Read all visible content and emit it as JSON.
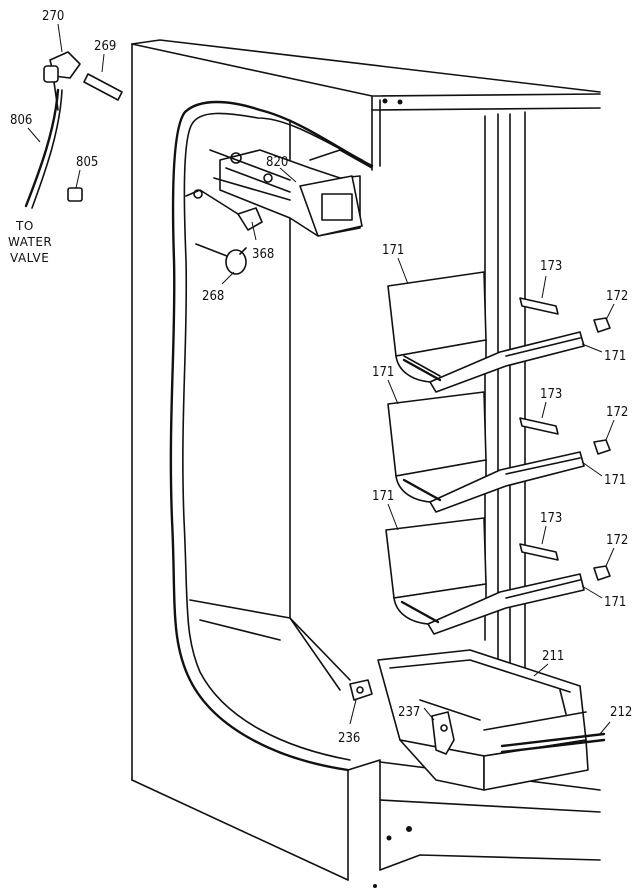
{
  "labels": {
    "p270": "270",
    "p269": "269",
    "p806": "806",
    "p805": "805",
    "note_to": "TO",
    "note_water": "WATER",
    "note_valve": "VALVE",
    "p820": "820",
    "p368": "368",
    "p268": "268",
    "p171_shelf1": "171",
    "p173_shelf1": "173",
    "p172_shelf1": "172",
    "p171_rail1": "171",
    "p171_shelf2": "171",
    "p173_shelf2": "173",
    "p172_shelf2": "172",
    "p171_rail2": "171",
    "p171_shelf3": "171",
    "p173_shelf3": "173",
    "p172_shelf3": "172",
    "p171_rail3": "171",
    "p211": "211",
    "p212": "212",
    "p237": "237",
    "p236": "236"
  }
}
